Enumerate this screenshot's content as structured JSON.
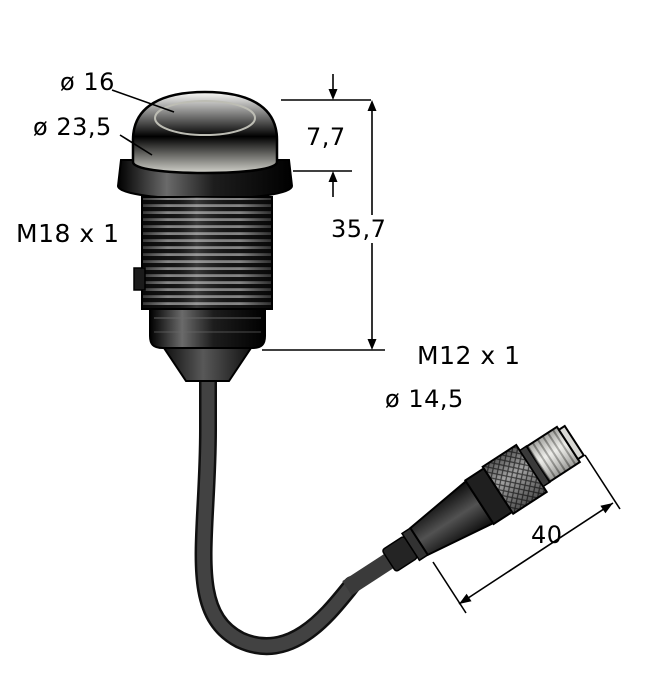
{
  "figure": {
    "background": "#ffffff",
    "line_color": "#000000",
    "device_dark": "#1c1c1c",
    "dome_light": "#f2f2ee",
    "cable_gray": "#3d3d3d",
    "knurl_gray": "#a3a3a3"
  },
  "labels": {
    "dome_diameter": "ø 16",
    "flange_diameter": "ø 23,5",
    "body_thread": "M18 x 1",
    "dome_height": "7,7",
    "body_length": "35,7",
    "connector_thread": "M12 x 1",
    "connector_diameter": "ø 14,5",
    "connector_length": "40"
  }
}
